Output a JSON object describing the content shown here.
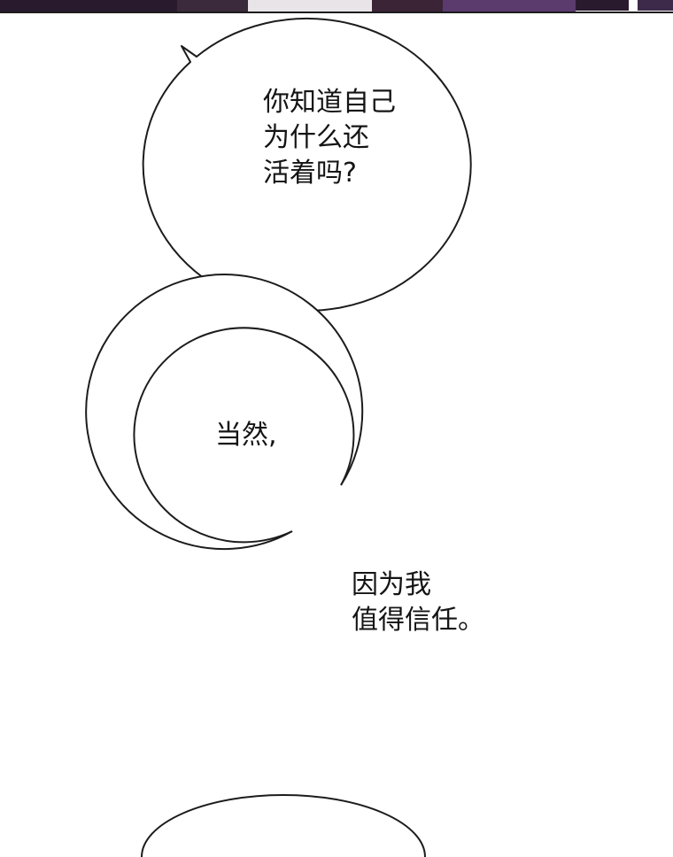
{
  "colors": {
    "page_background": "#ffffff",
    "bubble_fill": "#ffffff",
    "bubble_outline": "#1c1c1c",
    "text": "#141414",
    "top_art_dark": "#2a1a2e",
    "top_art_purple": "#5b3a6e"
  },
  "bubbles": {
    "question": {
      "lines": [
        "你知道自己",
        "为什么还",
        "活着吗?"
      ]
    },
    "reply_first": {
      "lines": [
        "当然,"
      ]
    },
    "reply_second": {
      "lines": [
        "因为我",
        "值得信任。"
      ]
    },
    "bottom_partial": {
      "lines": []
    }
  }
}
